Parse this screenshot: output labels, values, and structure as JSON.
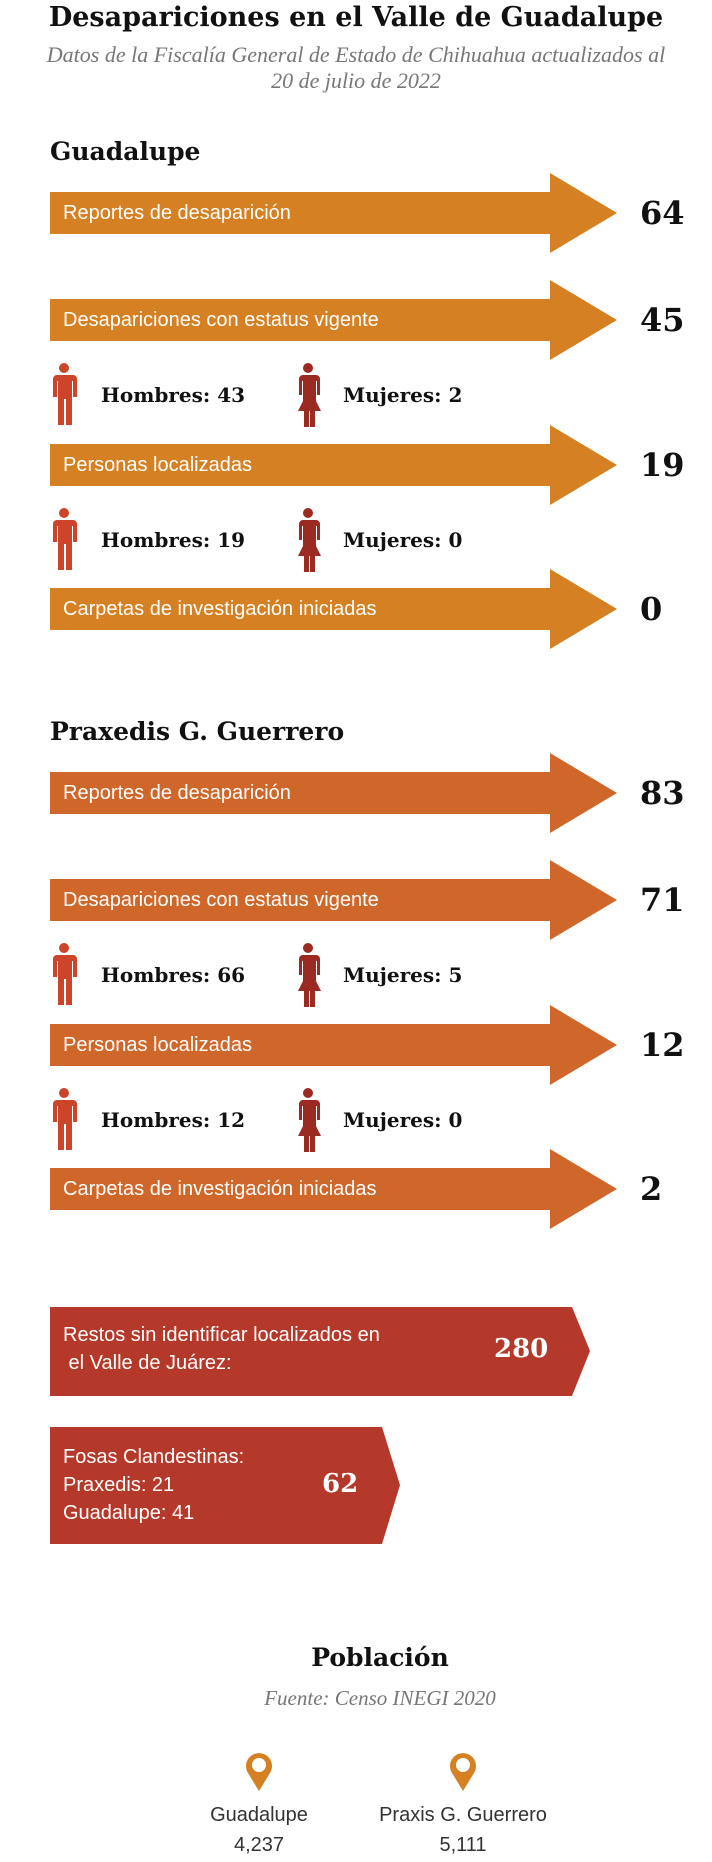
{
  "header": {
    "title": "Desapariciones en el Valle de Guadalupe",
    "subtitle_line1": "Datos de la Fiscalía General de Estado de Chihuahua actualizados al",
    "subtitle_line2": "20 de julio de 2022"
  },
  "colors": {
    "guadalupe": "#D58022",
    "praxedis": "#D0672A",
    "red_box": "#B5392A",
    "man": "#CC4429",
    "woman": "#9B2A23",
    "pin": "#D58022"
  },
  "sections": [
    {
      "name": "Guadalupe",
      "reportes_label": "Reportes de desaparición",
      "reportes": "64",
      "vigente_label": "Desapariciones con estatus vigente",
      "vigente": "45",
      "vigente_hombres": "Hombres: 43",
      "vigente_mujeres": "Mujeres: 2",
      "localizadas_label": "Personas localizadas",
      "localizadas": "19",
      "loc_hombres": "Hombres: 19",
      "loc_mujeres": "Mujeres: 0",
      "carpetas_label": "Carpetas de investigación iniciadas",
      "carpetas": "0"
    },
    {
      "name": "Praxedis G. Guerrero",
      "reportes_label": "Reportes de desaparición",
      "reportes": "83",
      "vigente_label": "Desapariciones con estatus vigente",
      "vigente": "71",
      "vigente_hombres": "Hombres: 66",
      "vigente_mujeres": "Mujeres: 5",
      "localizadas_label": "Personas localizadas",
      "localizadas": "12",
      "loc_hombres": "Hombres: 12",
      "loc_mujeres": "Mujeres: 0",
      "carpetas_label": "Carpetas de investigación iniciadas",
      "carpetas": "2"
    }
  ],
  "restos": {
    "line1": "Restos sin identificar localizados en",
    "line2": " el Valle de Juárez:",
    "value": "280"
  },
  "fosas": {
    "line1": "Fosas Clandestinas:",
    "line2": "Praxedis: 21",
    "line3": "Guadalupe: 41",
    "value": "62"
  },
  "poblacion": {
    "title": "Población",
    "source": "Fuente: Censo INEGI 2020",
    "items": [
      {
        "name": "Guadalupe",
        "value": "4,237"
      },
      {
        "name": "Praxis G. Guerrero",
        "value": "5,111"
      }
    ]
  }
}
